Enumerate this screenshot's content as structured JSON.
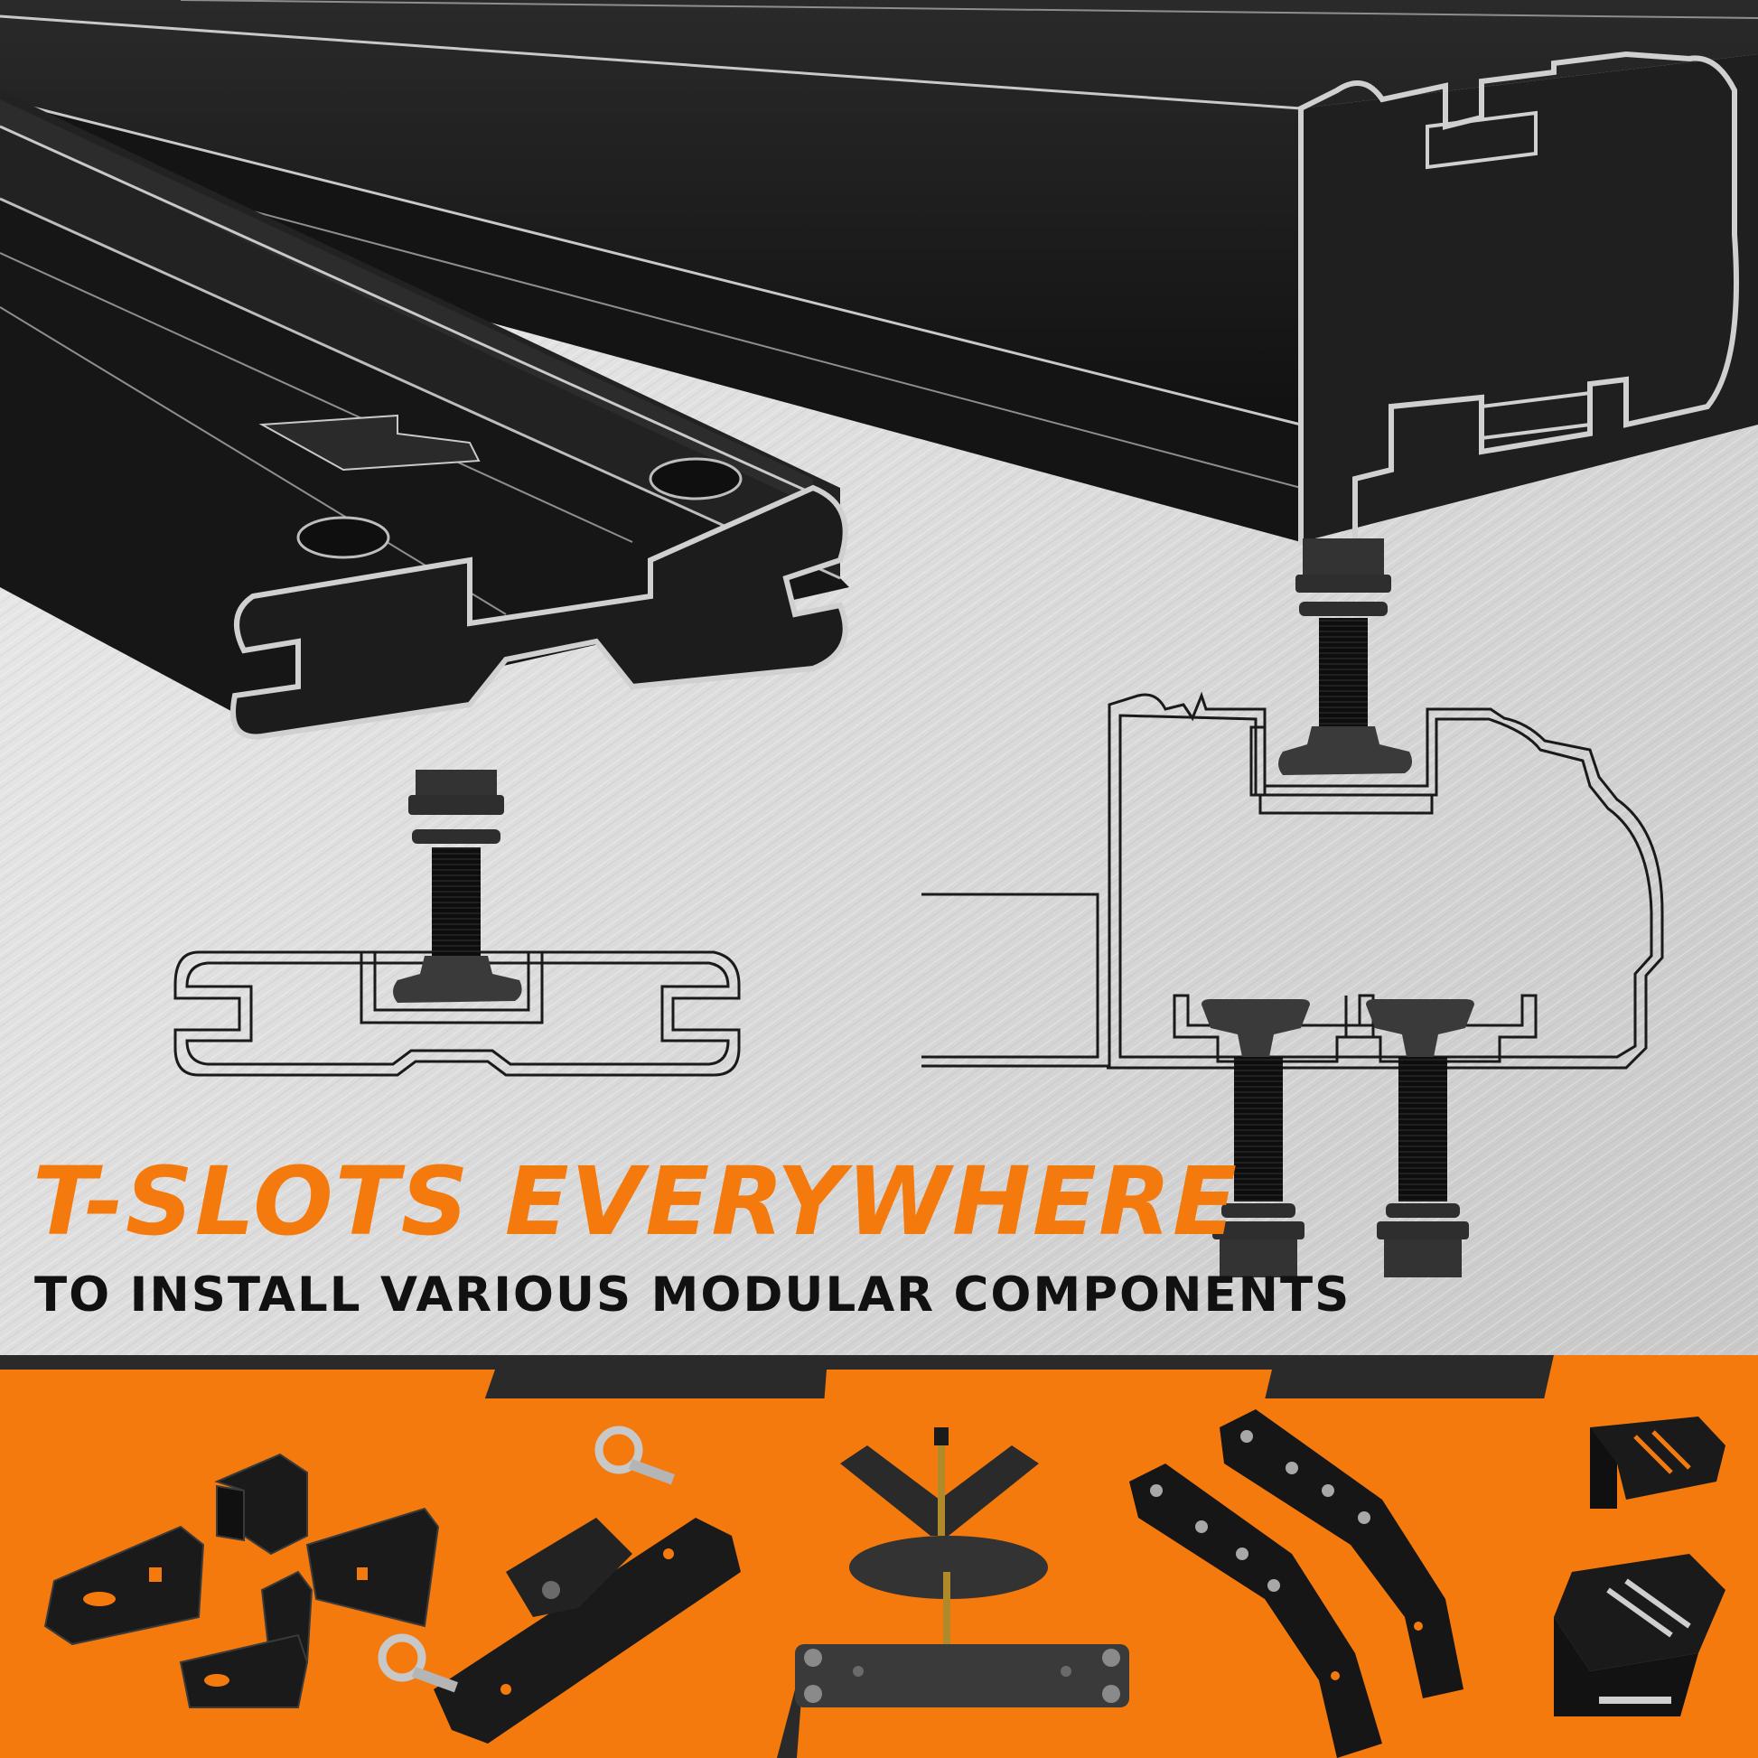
{
  "headline": "T-SLOTS EVERYWHERE",
  "subheadline": "TO INSTALL VARIOUS MODULAR COMPONENTS",
  "colors": {
    "accent_orange": "#F57A0E",
    "headline_text": "#F57A0E",
    "subheadline_text": "#111111",
    "background_metal": "#D6D6D6",
    "profile_black": "#1B1B1B",
    "profile_edge": "#C9C9C9",
    "outline_stroke": "#1A1A1A",
    "bolt_dark": "#3A3A3A"
  },
  "icons": {
    "rail_profiles": "aluminum-rail-extrusion",
    "diagram_small": "t-slot-bolt-cross-section-flat",
    "diagram_large": "t-slot-bolt-cross-section-rail",
    "component_1": "l-bracket-set",
    "component_2": "eye-bolt-mount-bar",
    "component_3": "v-cradle-clamp",
    "component_4": "angled-strut-brackets",
    "component_5": "corner-angle-plates"
  }
}
